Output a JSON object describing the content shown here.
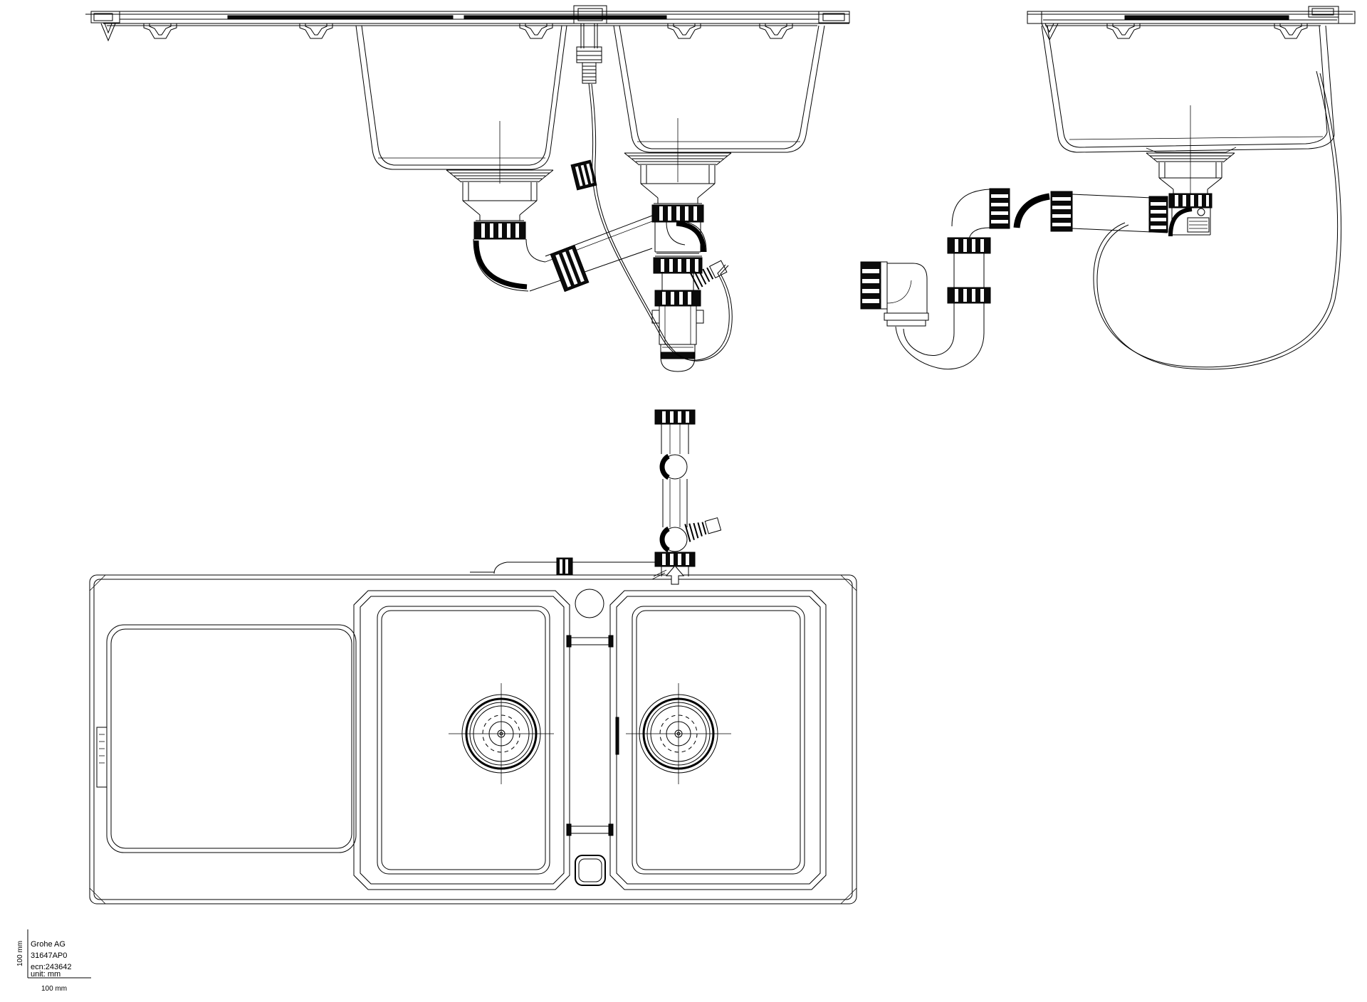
{
  "drawing": {
    "title_block": {
      "company": "Grohe AG",
      "part_number": "31647AP0",
      "ecn": "ecn:243642",
      "unit": "unit: mm"
    },
    "scale": {
      "vertical_label": "100 mm",
      "horizontal_label": "100 mm"
    },
    "colors": {
      "line": "#000000",
      "background": "#ffffff"
    }
  }
}
